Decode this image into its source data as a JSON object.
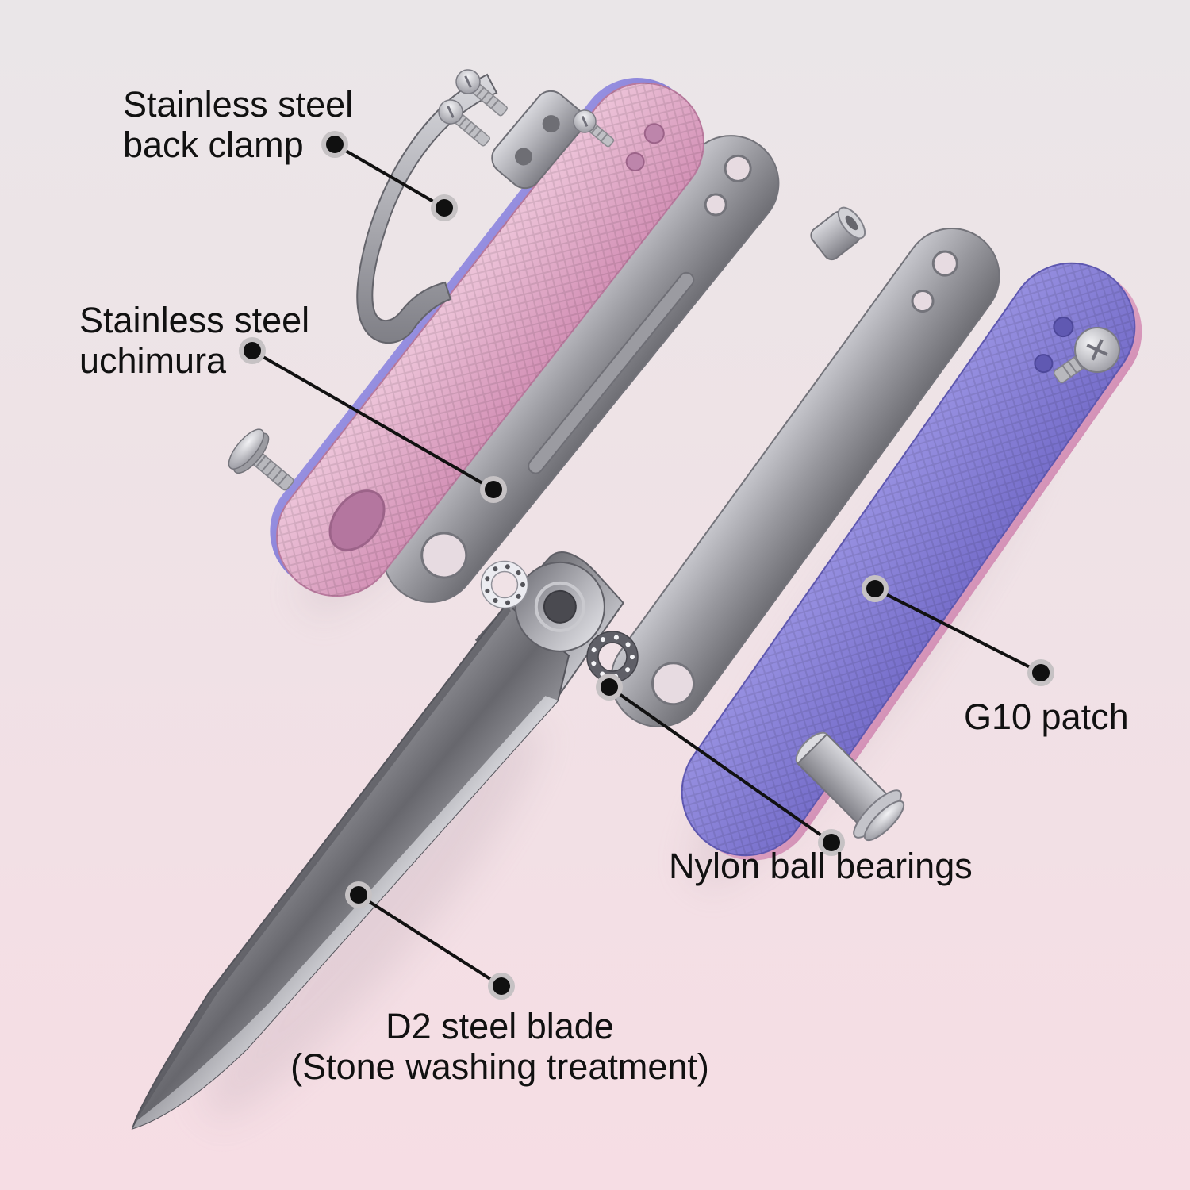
{
  "labels": {
    "back_clamp": {
      "line1": "Stainless steel",
      "line2": "back clamp"
    },
    "uchimura": {
      "line1": "Stainless steel",
      "line2": "uchimura"
    },
    "g10_patch": {
      "text": "G10 patch"
    },
    "ball_bearings": {
      "text": "Nylon ball bearings"
    },
    "blade": {
      "line1": "D2 steel blade",
      "line2": "(Stone washing treatment)"
    }
  },
  "colors": {
    "background_top": "#eae6e8",
    "background_bottom": "#f6dde4",
    "label_color": "#111111",
    "line_color": "#111111",
    "metal_light": "#d8d8dd",
    "metal_dark": "#75757b",
    "blade_steel": "#6a6a70",
    "scale_pink": "#dd9fc2",
    "scale_purple": "#837bd3"
  }
}
